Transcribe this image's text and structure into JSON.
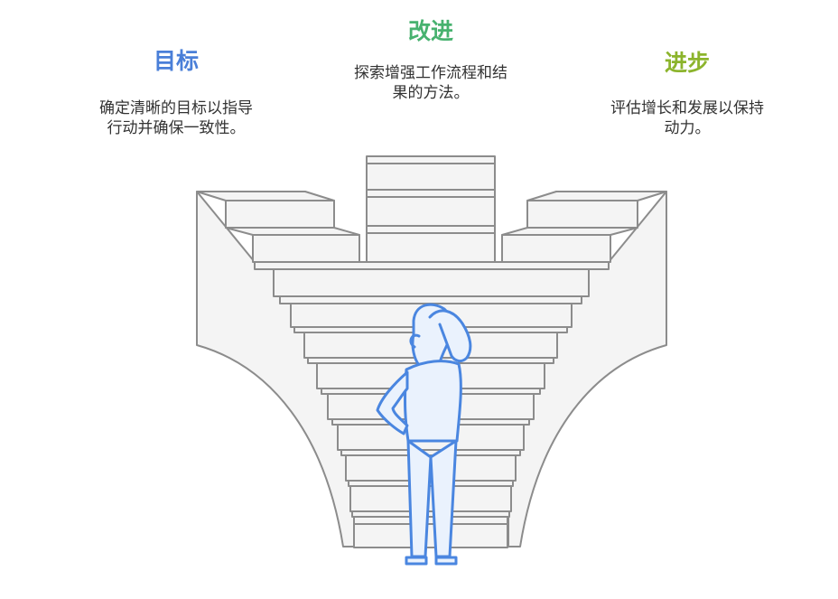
{
  "diagram": {
    "left": {
      "title": "目标",
      "description": [
        "确定清晰的目标以指导",
        "行动并确保一致性。"
      ],
      "color": "#4a7fd8"
    },
    "center": {
      "title": "改进",
      "description": [
        "探索增强工作流程和结",
        "果的方法。"
      ],
      "color": "#47b26f"
    },
    "right": {
      "title": "进步",
      "description": [
        "评估增长和发展以保持",
        "动力。"
      ],
      "color": "#8cb42c"
    },
    "colors": {
      "stair_fill": "#f4f4f4",
      "stair_stroke": "#8c8c8c",
      "person_stroke": "#4a86e0",
      "person_fill": "#eaf2fd"
    }
  }
}
